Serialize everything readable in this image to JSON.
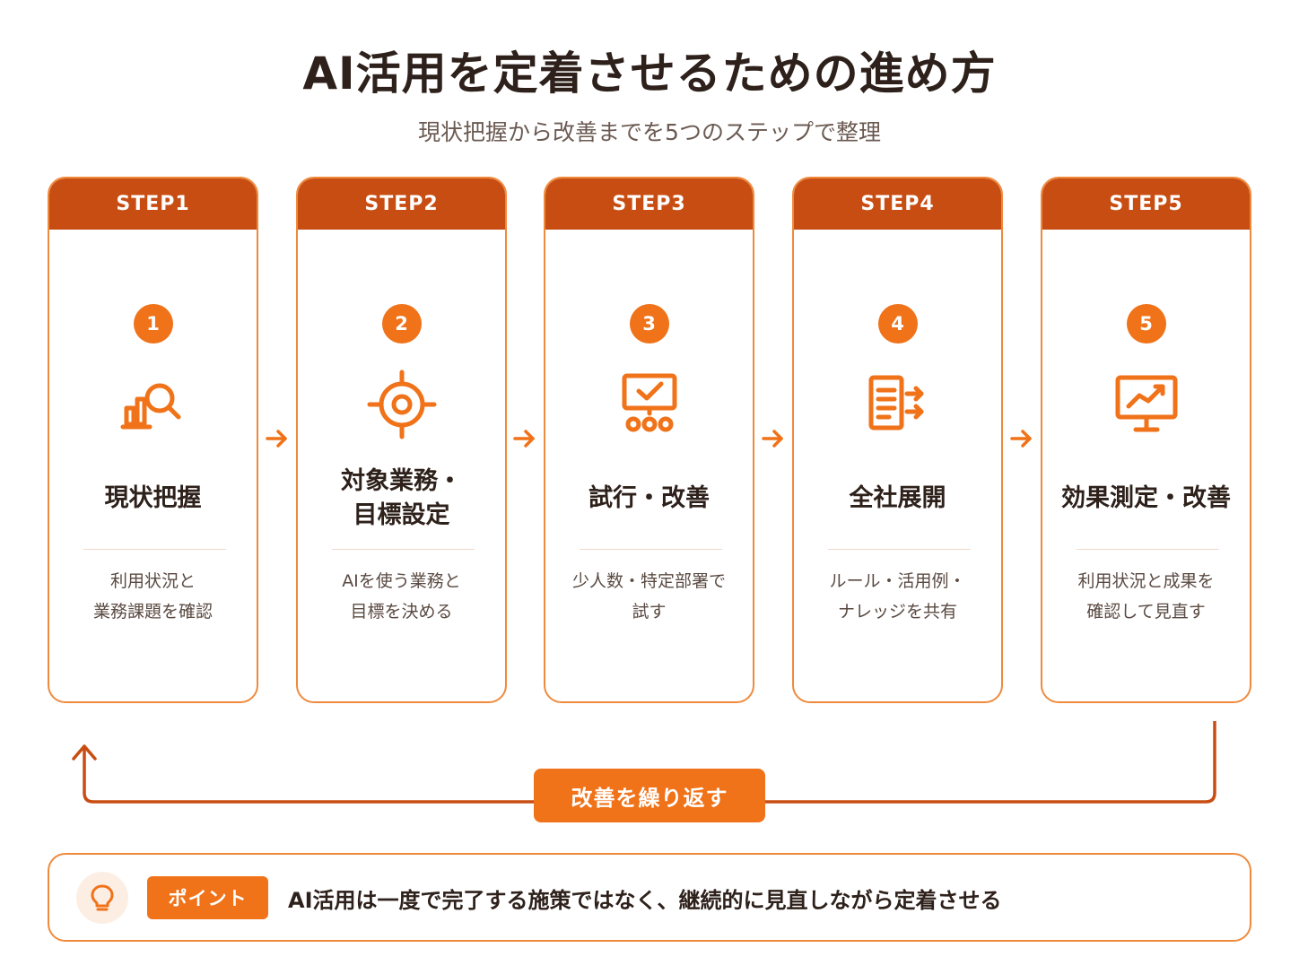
{
  "header": {
    "title": "AI活用を定着させるための進め方",
    "subtitle": "現状把握から改善までを5つのステップで整理"
  },
  "steps": [
    {
      "label": "STEP1",
      "number": "1",
      "icon": "magnifier-chart-icon",
      "title": "現状把握",
      "desc": "利用状況と\n業務課題を確認"
    },
    {
      "label": "STEP2",
      "number": "2",
      "icon": "target-icon",
      "title": "対象業務・\n目標設定",
      "desc": "AIを使う業務と\n目標を決める"
    },
    {
      "label": "STEP3",
      "number": "3",
      "icon": "monitor-check-team-icon",
      "title": "試行・改善",
      "desc": "少人数・特定部署で\n試す"
    },
    {
      "label": "STEP4",
      "number": "4",
      "icon": "document-share-icon",
      "title": "全社展開",
      "desc": "ルール・活用例・\nナレッジを共有"
    },
    {
      "label": "STEP5",
      "number": "5",
      "icon": "monitor-trend-icon",
      "title": "効果測定・改善",
      "desc": "利用状況と成果を\n確認して見直す"
    }
  ],
  "loop": {
    "label": "改善を繰り返す"
  },
  "point": {
    "icon": "lightbulb-icon",
    "badge": "ポイント",
    "text": "AI活用は一度で完了する施策ではなく、継続的に見直しながら定着させる"
  },
  "colors": {
    "accent": "#f07219",
    "header": "#c84d12",
    "border": "#ef8a3c",
    "loop_line": "#c84d12"
  }
}
